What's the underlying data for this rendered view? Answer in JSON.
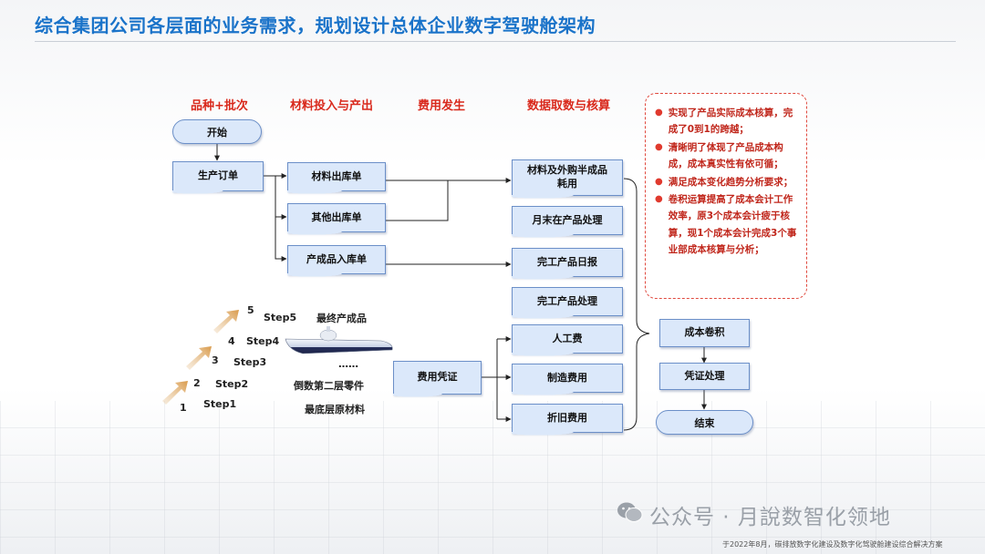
{
  "title": "综合集团公司各层面的业务需求，规划设计总体企业数字驾驶舱架构",
  "headers": {
    "col1": "品种+批次",
    "col2": "材料投入与产出",
    "col3": "费用发生",
    "col4": "数据取数与核算"
  },
  "nodes": {
    "start": "开始",
    "production_order": "生产订单",
    "material_out": "材料出库单",
    "other_out": "其他出库单",
    "product_in": "产成品入库单",
    "expense_voucher": "费用凭证",
    "material_consumption": "材料及外购半成品耗用",
    "month_end_wip": "月末在产品处理",
    "daily_report": "完工产品日报",
    "finished_processing": "完工产品处理",
    "labor_cost": "人工费",
    "manufacturing_cost": "制造费用",
    "depreciation_cost": "折旧费用",
    "cost_rollup": "成本卷积",
    "voucher_processing": "凭证处理",
    "end": "结束"
  },
  "notes": [
    "实现了产品实际成本核算，完成了0到1的跨越；",
    "清晰明了体现了产品成本构成，成本真实性有依可循；",
    "满足成本变化趋势分析要求；",
    "卷积运算提高了成本会计工作效率，原3个成本会计疲于核算，现1个成本会计完成3个事业部成本核算与分析；"
  ],
  "steps": {
    "nums": [
      "1",
      "2",
      "3",
      "4",
      "5"
    ],
    "labels": [
      "Step1",
      "Step2",
      "Step3",
      "Step4",
      "Step5"
    ],
    "parts": [
      "最底层原材料",
      "倒数第二层零件",
      "……",
      "最终产成品"
    ]
  },
  "watermark": "公众号 · 月說数智化领地",
  "footer": "于2022年8月，碳排放数字化建设及数字化驾驶舱建设综合解决方案",
  "colors": {
    "title": "#1a73c9",
    "header": "#d9291c",
    "box_fill": "#dbe8fa",
    "box_border": "#6b8fc8",
    "note_text": "#c0261b"
  }
}
